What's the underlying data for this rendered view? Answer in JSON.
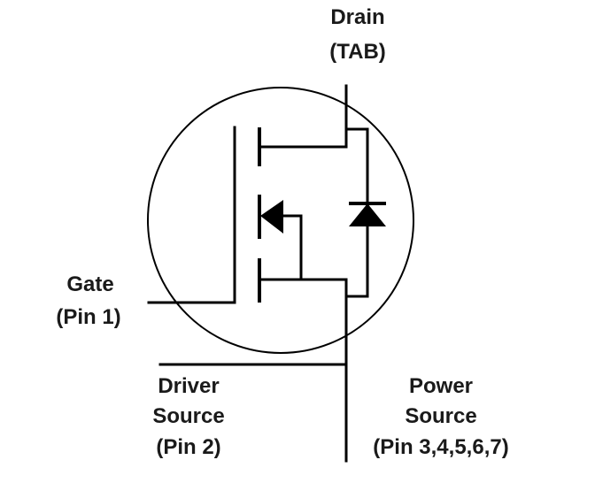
{
  "labels": {
    "drain": {
      "line1": "Drain",
      "line2": "(TAB)"
    },
    "gate": {
      "line1": "Gate",
      "line2": "(Pin 1)"
    },
    "driver_source": {
      "line1": "Driver",
      "line2": "Source",
      "line3": "(Pin 2)"
    },
    "power_source": {
      "line1": "Power",
      "line2": "Source",
      "line3": "(Pin 3,4,5,6,7)"
    }
  },
  "colors": {
    "stroke": "#000000",
    "text": "#1a1a1a",
    "background": "#ffffff"
  }
}
